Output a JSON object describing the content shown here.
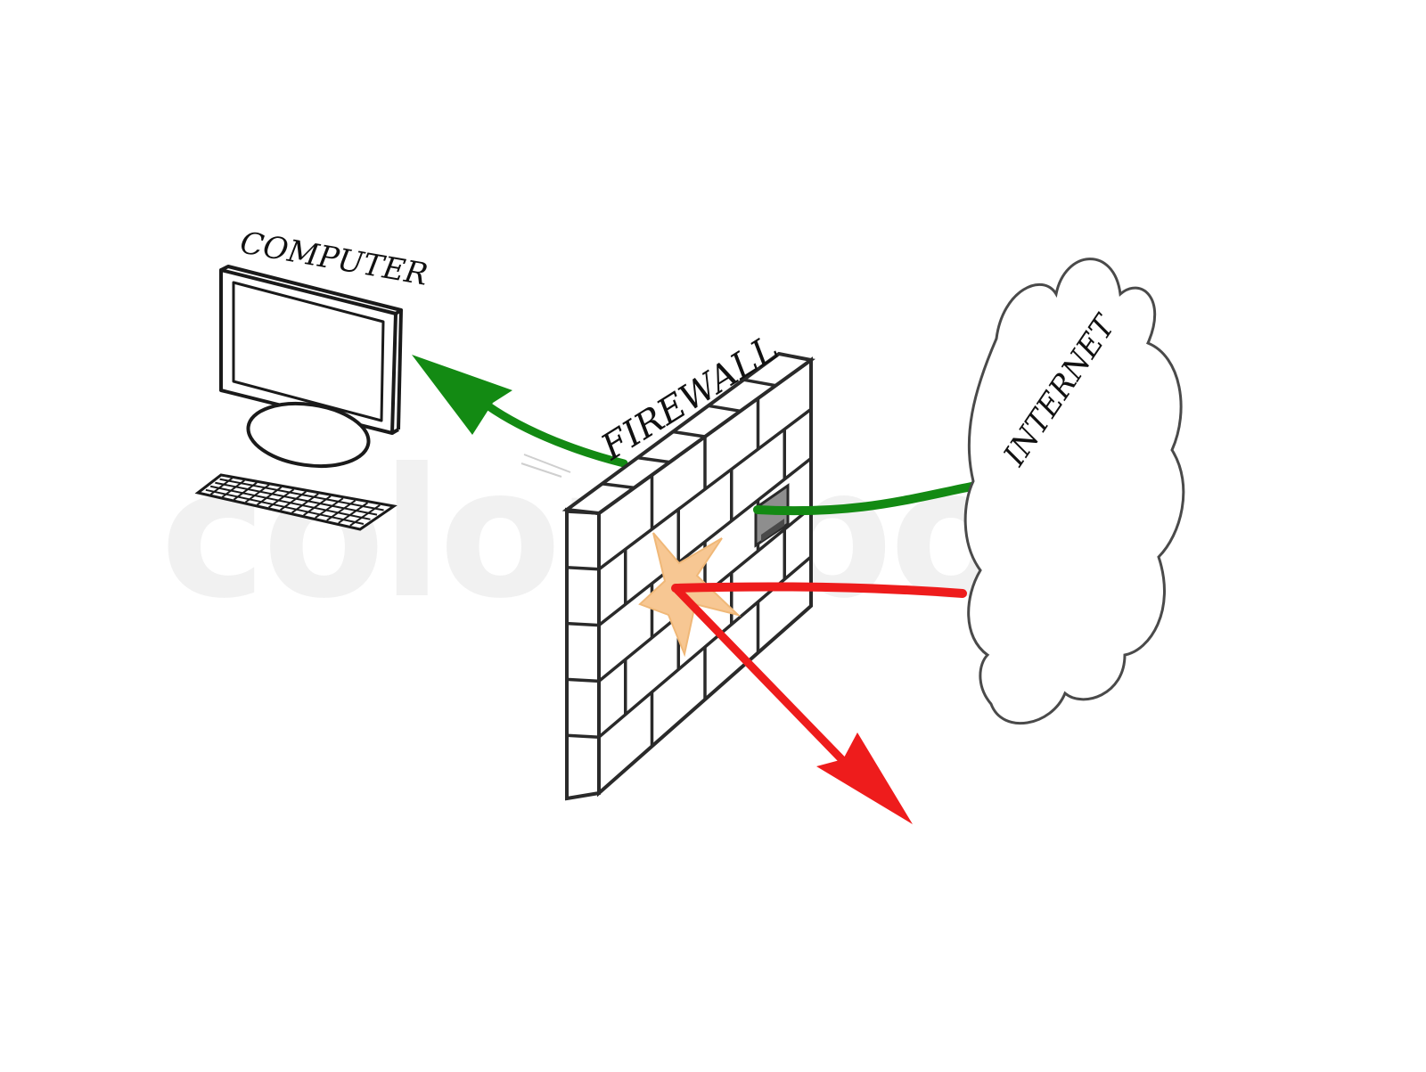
{
  "labels": {
    "computer": "COMPUTER",
    "firewall": "FIREWALL",
    "internet": "INTERNET"
  },
  "watermark": "colourbox",
  "colors": {
    "allowed": "#138a13",
    "blocked": "#ee1c1c",
    "impact": "#f7c793",
    "outline": "#2a2a2a",
    "watermark": "#f1f1f1"
  },
  "icons": [
    "computer-monitor-icon",
    "keyboard-icon",
    "brick-wall-icon",
    "cloud-icon",
    "impact-burst-icon"
  ]
}
